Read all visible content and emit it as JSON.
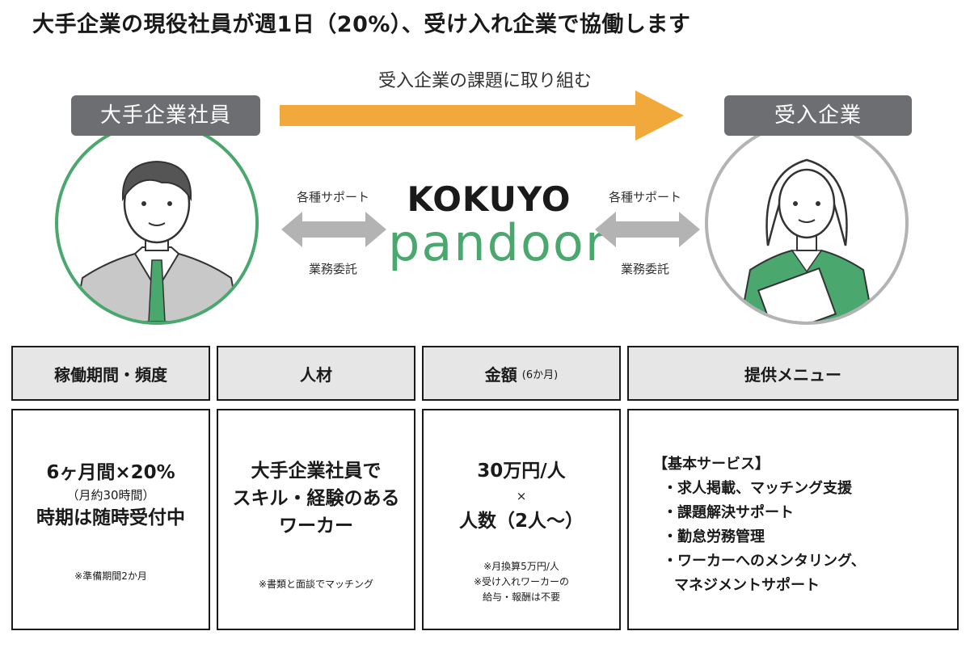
{
  "headline": "大手企業の現役社員が週1日（20%）、受け入れ企業で協働します",
  "flow": {
    "label": "受入企業の課題に取り組む"
  },
  "left": {
    "badge": "大手企業社員"
  },
  "right": {
    "badge": "受入企業"
  },
  "support_left": {
    "top": "各種サポート",
    "bottom": "業務委託"
  },
  "support_right": {
    "top": "各種サポート",
    "bottom": "業務委託"
  },
  "brand": {
    "top": "KOKUYO",
    "main": "pandoor"
  },
  "colors": {
    "accent_green": "#4aa86e",
    "arrow_orange": "#f2a93b",
    "badge_gray": "#6d6e71"
  },
  "table": {
    "headers": [
      {
        "label": "稼働期間・頻度",
        "sub": ""
      },
      {
        "label": "人材",
        "sub": ""
      },
      {
        "label": "金額",
        "sub": "(6か月)"
      },
      {
        "label": "提供メニュー",
        "sub": ""
      }
    ],
    "period": {
      "line1": "6ヶ月間×20%",
      "line2": "（月約30時間）",
      "line3": "時期は随時受付中",
      "note": "※準備期間2か月"
    },
    "talent": {
      "line1": "大手企業社員で",
      "line2": "スキル・経験のある",
      "line3": "ワーカー",
      "note": "※書類と面談でマッチング"
    },
    "price": {
      "line1": "30万円/人",
      "line2": "×",
      "line3": "人数（2人～）",
      "note1": "※月換算5万円/人",
      "note2": "※受け入れワーカーの",
      "note3": "給与・報酬は不要"
    },
    "menu": {
      "title": "【基本サービス】",
      "item1": "・求人掲載、マッチング支援",
      "item2": "・課題解決サポート",
      "item3": "・勤怠労務管理",
      "item4": "・ワーカーへのメンタリング、",
      "item5": "マネジメントサポート"
    }
  }
}
